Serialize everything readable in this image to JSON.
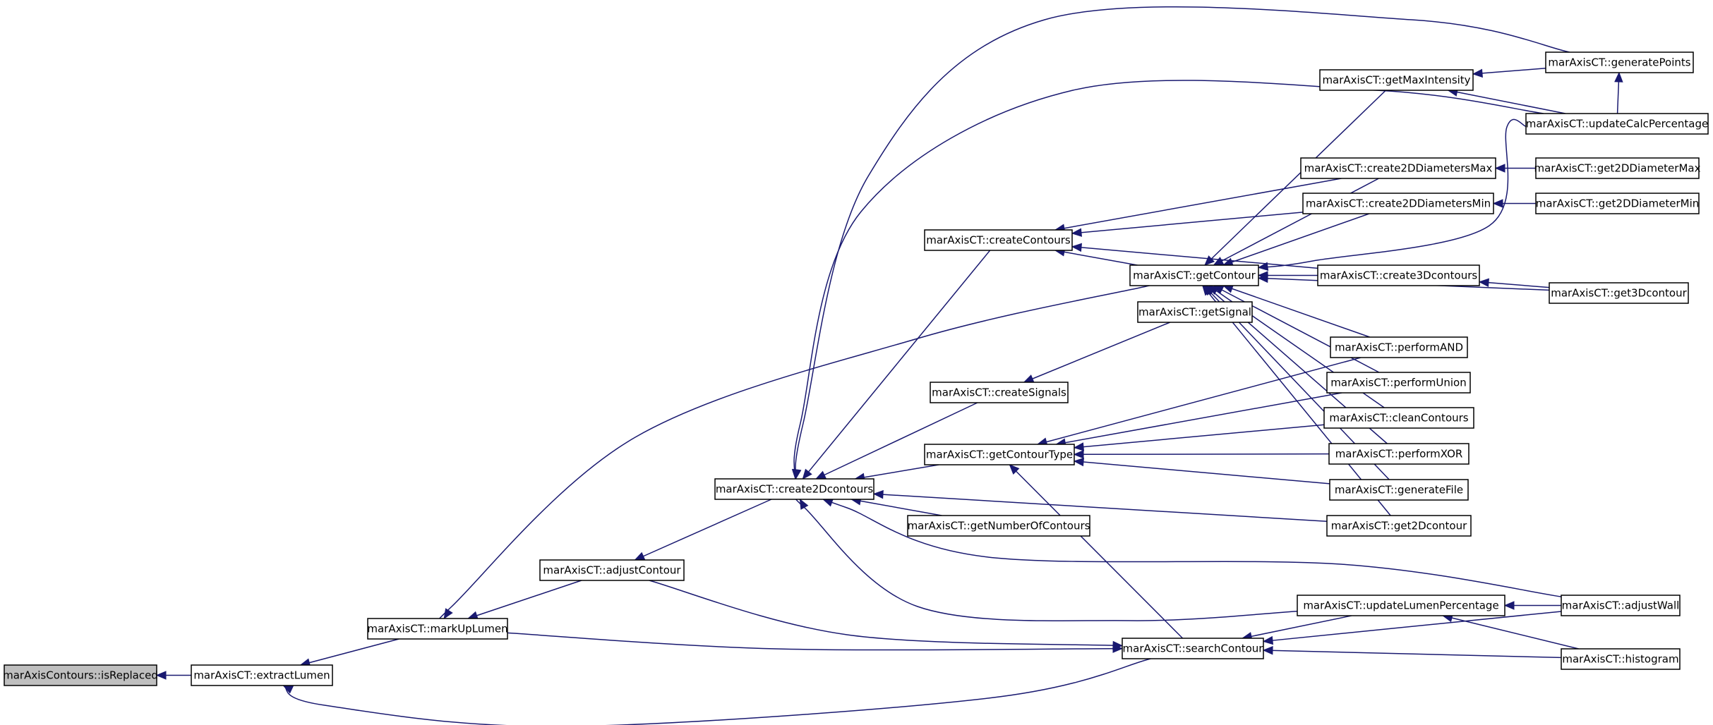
{
  "graph": {
    "nodes": [
      {
        "id": "isReplaced",
        "label": "marAxisContours::isReplaced",
        "highlighted": true
      },
      {
        "id": "extractLumen",
        "label": "marAxisCT::extractLumen"
      },
      {
        "id": "markUpLumen",
        "label": "marAxisCT::markUpLumen"
      },
      {
        "id": "adjustContour",
        "label": "marAxisCT::adjustContour"
      },
      {
        "id": "create2Dcontours",
        "label": "marAxisCT::create2Dcontours"
      },
      {
        "id": "createContours",
        "label": "marAxisCT::createContours"
      },
      {
        "id": "createSignals",
        "label": "marAxisCT::createSignals"
      },
      {
        "id": "getContourType",
        "label": "marAxisCT::getContourType"
      },
      {
        "id": "getNumberOfContours",
        "label": "marAxisCT::getNumberOfContours"
      },
      {
        "id": "getContour",
        "label": "marAxisCT::getContour"
      },
      {
        "id": "getSignal",
        "label": "marAxisCT::getSignal"
      },
      {
        "id": "searchContour",
        "label": "marAxisCT::searchContour"
      },
      {
        "id": "getMaxIntensity",
        "label": "marAxisCT::getMaxIntensity"
      },
      {
        "id": "create2DDiametersMax",
        "label": "marAxisCT::create2DDiametersMax"
      },
      {
        "id": "create2DDiametersMin",
        "label": "marAxisCT::create2DDiametersMin"
      },
      {
        "id": "create3Dcontours",
        "label": "marAxisCT::create3Dcontours"
      },
      {
        "id": "performAND",
        "label": "marAxisCT::performAND"
      },
      {
        "id": "performUnion",
        "label": "marAxisCT::performUnion"
      },
      {
        "id": "cleanContours",
        "label": "marAxisCT::cleanContours"
      },
      {
        "id": "performXOR",
        "label": "marAxisCT::performXOR"
      },
      {
        "id": "generateFile",
        "label": "marAxisCT::generateFile"
      },
      {
        "id": "get2Dcontour",
        "label": "marAxisCT::get2Dcontour"
      },
      {
        "id": "updateLumenPercentage",
        "label": "marAxisCT::updateLumenPercentage"
      },
      {
        "id": "generatePoints",
        "label": "marAxisCT::generatePoints"
      },
      {
        "id": "updateCalcPercentage",
        "label": "marAxisCT::updateCalcPercentage"
      },
      {
        "id": "get2DDiameterMax",
        "label": "marAxisCT::get2DDiameterMax"
      },
      {
        "id": "get2DDiameterMin",
        "label": "marAxisCT::get2DDiameterMin"
      },
      {
        "id": "get3Dcontour",
        "label": "marAxisCT::get3Dcontour"
      },
      {
        "id": "adjustWall",
        "label": "marAxisCT::adjustWall"
      },
      {
        "id": "histogram",
        "label": "marAxisCT::histogram"
      }
    ],
    "edges": [
      {
        "from": "extractLumen",
        "to": "isReplaced"
      },
      {
        "from": "markUpLumen",
        "to": "extractLumen"
      },
      {
        "from": "searchContour",
        "to": "extractLumen"
      },
      {
        "from": "adjustContour",
        "to": "markUpLumen"
      },
      {
        "from": "getContour",
        "to": "markUpLumen"
      },
      {
        "from": "create2Dcontours",
        "to": "adjustContour"
      },
      {
        "from": "getContourType",
        "to": "create2Dcontours"
      },
      {
        "from": "createContours",
        "to": "create2Dcontours"
      },
      {
        "from": "createSignals",
        "to": "create2Dcontours"
      },
      {
        "from": "getNumberOfContours",
        "to": "create2Dcontours"
      },
      {
        "from": "get2Dcontour",
        "to": "create2Dcontours"
      },
      {
        "from": "generatePoints",
        "to": "create2Dcontours"
      },
      {
        "from": "updateCalcPercentage",
        "to": "create2Dcontours"
      },
      {
        "from": "adjustWall",
        "to": "create2Dcontours"
      },
      {
        "from": "updateLumenPercentage",
        "to": "create2Dcontours"
      },
      {
        "from": "create2DDiametersMax",
        "to": "createContours"
      },
      {
        "from": "create2DDiametersMin",
        "to": "createContours"
      },
      {
        "from": "create3Dcontours",
        "to": "createContours"
      },
      {
        "from": "getContour",
        "to": "createContours"
      },
      {
        "from": "getSignal",
        "to": "createSignals"
      },
      {
        "from": "performAND",
        "to": "getContourType"
      },
      {
        "from": "performUnion",
        "to": "getContourType"
      },
      {
        "from": "cleanContours",
        "to": "getContourType"
      },
      {
        "from": "performXOR",
        "to": "getContourType"
      },
      {
        "from": "generateFile",
        "to": "getContourType"
      },
      {
        "from": "searchContour",
        "to": "getContourType"
      },
      {
        "from": "create2DDiametersMax",
        "to": "getContour"
      },
      {
        "from": "create2DDiametersMin",
        "to": "getContour"
      },
      {
        "from": "create3Dcontours",
        "to": "getContour"
      },
      {
        "from": "get3Dcontour",
        "to": "getContour"
      },
      {
        "from": "performAND",
        "to": "getContour"
      },
      {
        "from": "performUnion",
        "to": "getContour"
      },
      {
        "from": "cleanContours",
        "to": "getContour"
      },
      {
        "from": "performXOR",
        "to": "getContour"
      },
      {
        "from": "generateFile",
        "to": "getContour"
      },
      {
        "from": "get2Dcontour",
        "to": "getContour"
      },
      {
        "from": "getMaxIntensity",
        "to": "getContour"
      },
      {
        "from": "updateCalcPercentage",
        "to": "getContour"
      },
      {
        "from": "markUpLumen",
        "to": "searchContour"
      },
      {
        "from": "adjustContour",
        "to": "searchContour"
      },
      {
        "from": "updateLumenPercentage",
        "to": "searchContour"
      },
      {
        "from": "adjustWall",
        "to": "searchContour"
      },
      {
        "from": "histogram",
        "to": "searchContour"
      },
      {
        "from": "generatePoints",
        "to": "getMaxIntensity"
      },
      {
        "from": "updateCalcPercentage",
        "to": "getMaxIntensity"
      },
      {
        "from": "get2DDiameterMax",
        "to": "create2DDiametersMax"
      },
      {
        "from": "get2DDiameterMin",
        "to": "create2DDiametersMin"
      },
      {
        "from": "get3Dcontour",
        "to": "create3Dcontours"
      },
      {
        "from": "adjustWall",
        "to": "updateLumenPercentage"
      },
      {
        "from": "histogram",
        "to": "updateLumenPercentage"
      },
      {
        "from": "updateCalcPercentage",
        "to": "generatePoints"
      }
    ]
  },
  "colors": {
    "edge": "#191970",
    "node_border": "#000000",
    "node_fill": "#ffffff",
    "highlight_fill": "#bfbfbf"
  }
}
